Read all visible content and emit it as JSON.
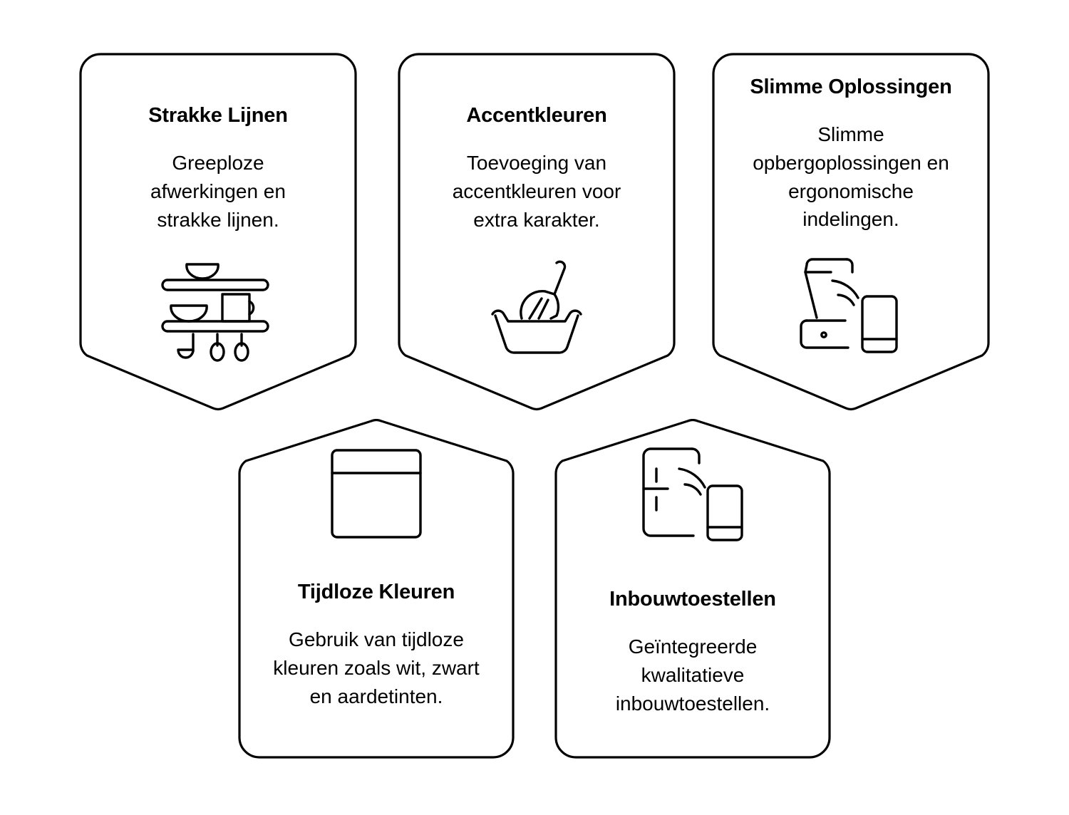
{
  "diagram": {
    "title_text": "",
    "line_color": "#000000",
    "background_color": "#ffffff",
    "text_color": "#000000",
    "cards": [
      {
        "id": "strakke-lijnen",
        "title": "Strakke Lijnen",
        "description": "Greeploze afwerkingen en strakke lijnen.",
        "icon": "kitchen-shelf-icon",
        "shape": "pennant-down",
        "row": "top"
      },
      {
        "id": "accentkleuren",
        "title": "Accentkleuren",
        "description": "Toevoeging van accentkleuren voor extra karakter.",
        "icon": "mixing-bowl-whisk-icon",
        "shape": "pennant-down",
        "row": "top"
      },
      {
        "id": "slimme-oplossingen",
        "title": "Slimme Oplossingen",
        "description": "Slimme opbergoplossingen en ergonomische indelingen.",
        "icon": "smart-blender-phone-icon",
        "shape": "pennant-down",
        "row": "top"
      },
      {
        "id": "tijdloze-kleuren",
        "title": "Tijdloze Kleuren",
        "description": "Gebruik van tijdloze kleuren zoals wit, zwart en aardetinten.",
        "icon": "cabinet-drawer-icon",
        "shape": "pennant-up",
        "row": "bottom"
      },
      {
        "id": "inbouwtoestellen",
        "title": "Inbouwtoestellen",
        "description": "Geïntegreerde kwalitatieve inbouwtoestellen.",
        "icon": "smart-fridge-phone-icon",
        "shape": "pennant-up",
        "row": "bottom"
      }
    ]
  }
}
